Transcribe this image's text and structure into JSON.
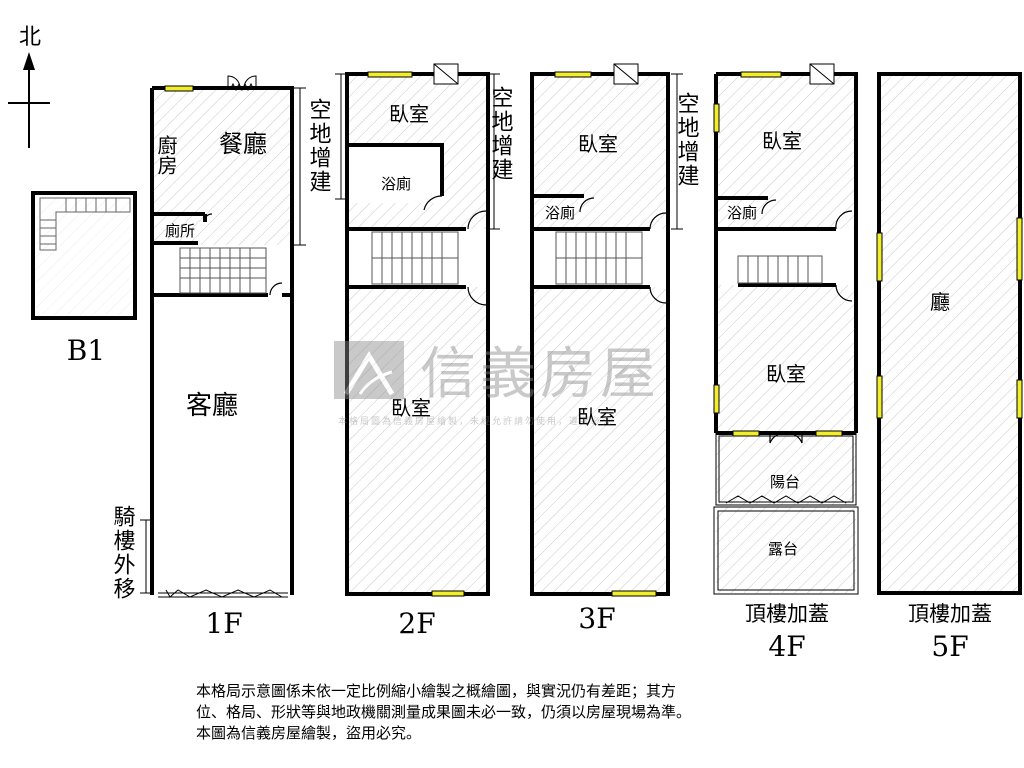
{
  "compass": {
    "north_label": "北"
  },
  "floors": {
    "b1": {
      "label": "B1"
    },
    "f1": {
      "label": "1F",
      "rooms": {
        "kitchen": "廚房",
        "dining": "餐廳",
        "toilet": "廁所",
        "living": "客廳"
      },
      "side_notes": {
        "empty_lot_extension": "空地增建",
        "arcade_shift": "騎樓外移"
      }
    },
    "f2": {
      "label": "2F",
      "rooms": {
        "bedroom_north": "臥室",
        "bath": "浴廁",
        "bedroom_south": "臥室"
      },
      "side_notes": {
        "empty_lot_extension": "空地增建"
      }
    },
    "f3": {
      "label": "3F",
      "rooms": {
        "bedroom_north": "臥室",
        "bath": "浴廁",
        "bedroom_south": "臥室"
      },
      "side_notes": {
        "empty_lot_extension": "空地增建"
      }
    },
    "f4": {
      "label": "4F",
      "addition_label": "頂樓加蓋",
      "rooms": {
        "bedroom_north": "臥室",
        "bath": "浴廁",
        "bedroom_south": "臥室",
        "balcony": "陽台",
        "terrace": "露台"
      }
    },
    "f5": {
      "label": "5F",
      "addition_label": "頂樓加蓋",
      "rooms": {
        "hall": "廳"
      }
    }
  },
  "watermark": {
    "brand": "信義房屋",
    "small_text": "本格局圖為信義房屋繪製，未經允許請勿使用，違者必究"
  },
  "disclaimer": {
    "line1": "本格局示意圖係未依一定比例縮小繪製之概繪圖，與實況仍有差距；其方",
    "line2": "位、格局、形狀等與地政機關測量成果圖未必一致，仍須以房屋現場為準。",
    "line3": "本圖為信義房屋繪製，盜用必究。"
  },
  "colors": {
    "wall": "#000000",
    "window": "#f2ee2c",
    "hatch": "#c8c8c8",
    "watermark": "#8a8a8a"
  }
}
